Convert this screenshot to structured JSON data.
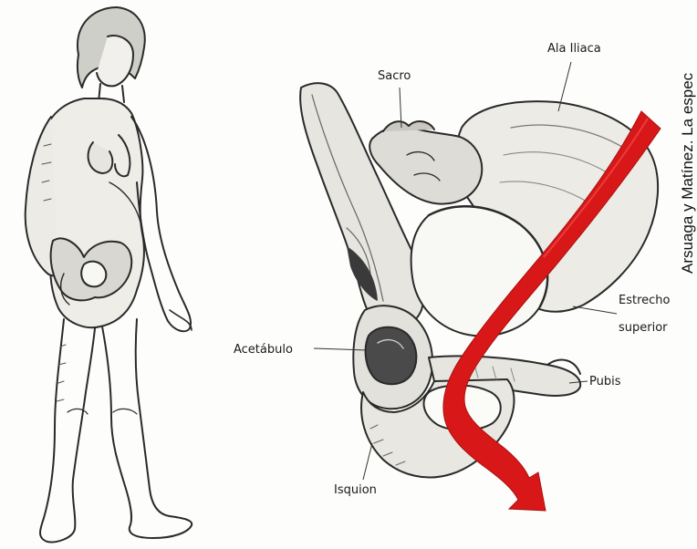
{
  "labels": {
    "sacro": "Sacro",
    "ala_iliaca": "Ala Iliaca",
    "estrecho": "Estrecho",
    "superior": "superior",
    "acetabulo": "Acetábulo",
    "pubis": "Pubis",
    "isquion": "Isquion"
  },
  "credit": "Arsuaga y Matínez. La espec",
  "colors": {
    "arrow": "#d81818",
    "ink": "#1a1a1a",
    "bone": "#ecebe6"
  },
  "icons": {
    "figure": "woman-walking-illustration",
    "pelvis": "pelvis-illustration",
    "arrow": "birth-canal-arrow"
  }
}
